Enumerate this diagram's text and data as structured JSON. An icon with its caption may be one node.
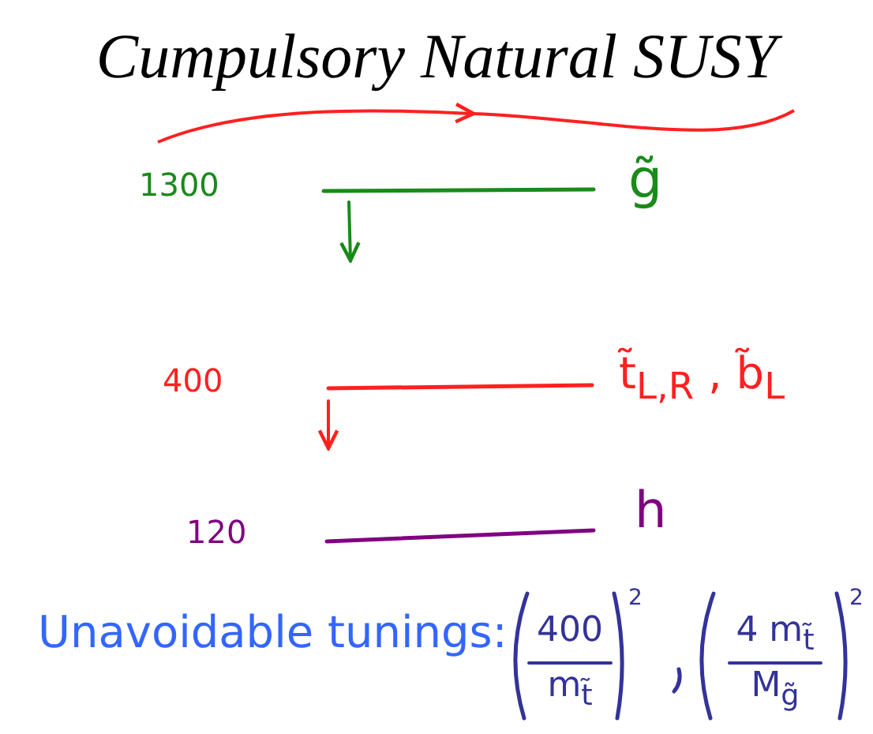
{
  "diagram": {
    "title": "Cumpulsory Natural SUSY",
    "labels": [
      "1300",
      "g̃",
      "400",
      "t̃$_{L,R}$ , b̃$_{L}$",
      "120",
      "h",
      "Unavoidable tunings:",
      "400",
      "m$_{t̃}$",
      "2",
      "4 m$_{t̃}$",
      "M$_{g̃}$",
      "2"
    ]
  }
}
